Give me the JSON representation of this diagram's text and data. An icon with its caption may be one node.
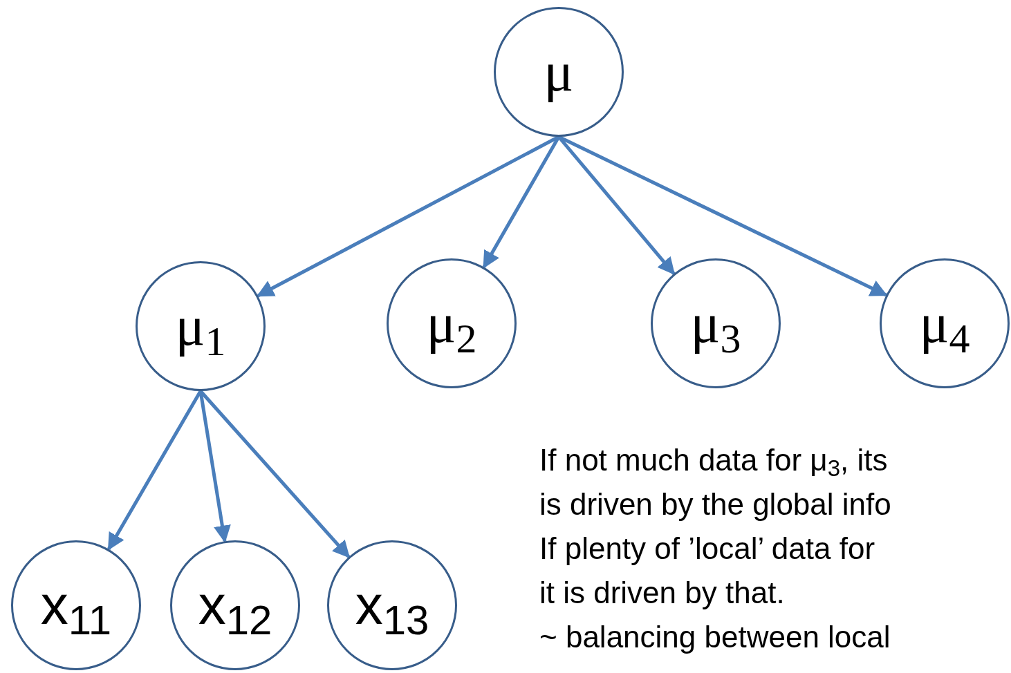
{
  "diagram": {
    "nodes": [
      {
        "text": [
          "μ"
        ]
      },
      {
        "text": [
          "μ$_{1}$"
        ]
      },
      {
        "text": [
          "μ$_{2}$"
        ]
      },
      {
        "text": [
          "μ$_{3}$"
        ]
      },
      {
        "text": [
          "μ$_{4}$"
        ]
      },
      {
        "text": [
          "x$_{11}$"
        ]
      },
      {
        "text": [
          "x$_{12}$"
        ]
      },
      {
        "text": [
          "x$_{13}$"
        ]
      }
    ],
    "edges": [
      {
        "from": 0,
        "to": 1,
        "arrow": "to"
      },
      {
        "from": 0,
        "to": 2,
        "arrow": "to"
      },
      {
        "from": 0,
        "to": 3,
        "arrow": "to"
      },
      {
        "from": 0,
        "to": 4,
        "arrow": "to"
      },
      {
        "from": 1,
        "to": 5,
        "arrow": "to"
      },
      {
        "from": 1,
        "to": 6,
        "arrow": "to"
      },
      {
        "from": 1,
        "to": 7,
        "arrow": "to"
      }
    ],
    "labels": [
      "If not much data for μ$_{3}$, its",
      "is driven by the global info",
      "If plenty of ’local’ data for",
      "it is driven by that.",
      "~ balancing between local"
    ]
  }
}
